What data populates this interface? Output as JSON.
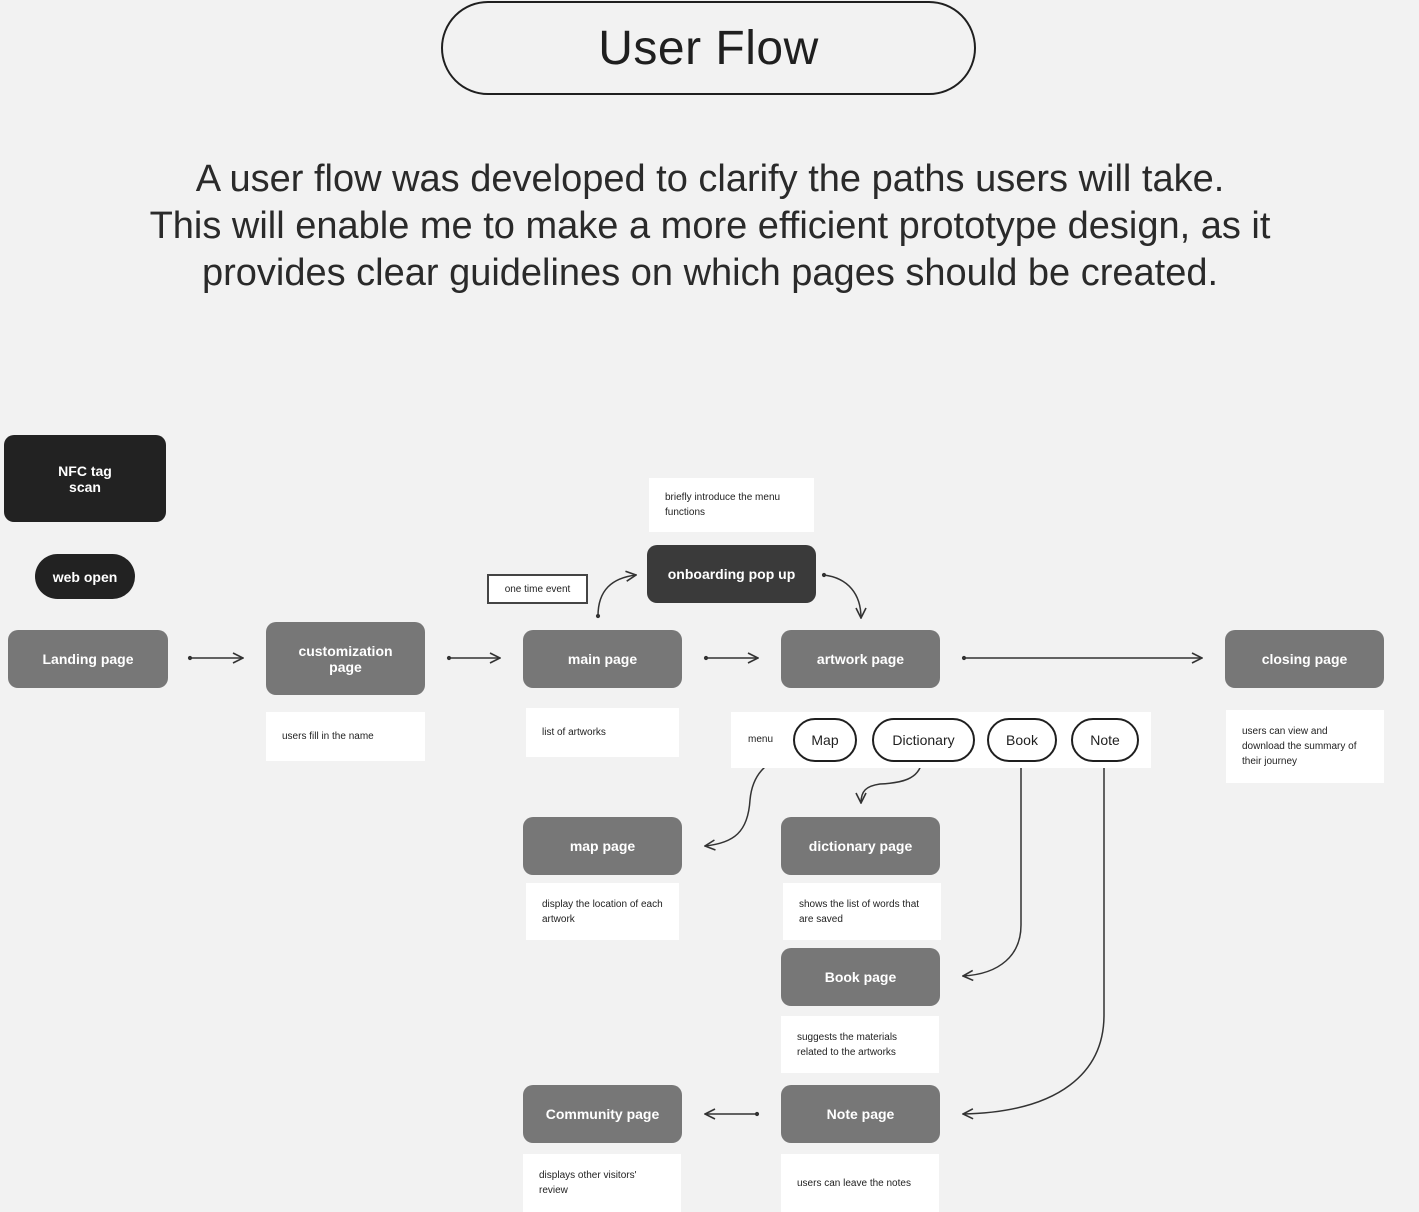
{
  "title": "User Flow",
  "intro": [
    "A user flow was developed to clarify the paths users will take.",
    "This will enable me to make a more efficient prototype design, as it",
    "provides clear guidelines on which pages should be created."
  ],
  "entry": {
    "nfc": "NFC tag scan",
    "web": "web open"
  },
  "pages": {
    "landing": "Landing page",
    "customization": "customization page",
    "main": "main page",
    "onboarding": "onboarding pop up",
    "artwork": "artwork page",
    "closing": "closing page",
    "map": "map page",
    "dictionary": "dictionary page",
    "book": "Book page",
    "note": "Note page",
    "community": "Community page"
  },
  "notes": {
    "customization": "users fill in the name",
    "main": "list of artworks",
    "onboarding": "briefly introduce the menu functions",
    "closing": "users can view and download the summary of their journey",
    "map": "display the location of each artwork",
    "dictionary": "shows the list of words that are saved",
    "book": "suggests the materials related to the artworks",
    "note": "users can leave the notes",
    "community": "displays  other visitors' review"
  },
  "event_tag": "one time event",
  "menu": {
    "label": "menu",
    "items": [
      "Map",
      "Dictionary",
      "Book",
      "Note"
    ]
  },
  "colors": {
    "background": "#f2f2f2",
    "page_node": "#777777",
    "dark_node": "#3a3a3a",
    "black_node": "#222222",
    "line": "#333333"
  }
}
